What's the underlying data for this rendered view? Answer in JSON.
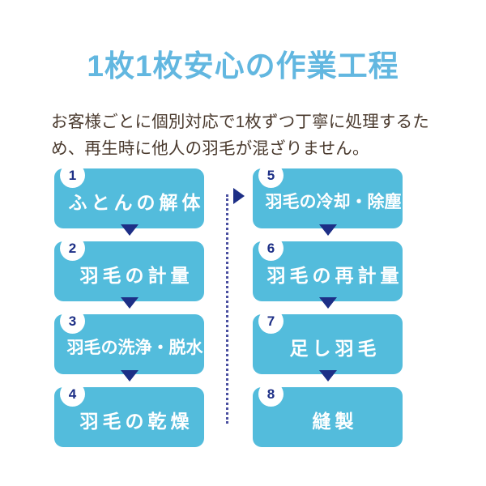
{
  "heading": {
    "title": "1枚1枚安心の作業工程",
    "title_color": "#62b7e0"
  },
  "lead": {
    "text": "お客様ごとに個別対応で1枚ずつ丁寧に処理するため、再生時に他人の羽毛が混ざりません。",
    "color": "#4a3a2e"
  },
  "theme": {
    "step_fill": "#53bcdc",
    "badge_fill": "#ffffff",
    "badge_text": "#1d2f86",
    "arrow_color": "#1d2f86",
    "dotted_line_color": "#4a4fa0",
    "step_text": "#ffffff",
    "background": "#ffffff"
  },
  "flow": {
    "columns": [
      {
        "name": "first-stage",
        "steps": [
          {
            "number": "1",
            "label": "ふとんの解体"
          },
          {
            "number": "2",
            "label": "羽毛の計量"
          },
          {
            "number": "3",
            "label": "羽毛の洗浄・脱水"
          },
          {
            "number": "4",
            "label": "羽毛の乾燥"
          }
        ]
      },
      {
        "name": "second-stage",
        "steps": [
          {
            "number": "5",
            "label": "羽毛の冷却・除塵"
          },
          {
            "number": "6",
            "label": "羽毛の再計量"
          },
          {
            "number": "7",
            "label": "足し羽毛"
          },
          {
            "number": "8",
            "label": "縫製"
          }
        ]
      }
    ]
  }
}
